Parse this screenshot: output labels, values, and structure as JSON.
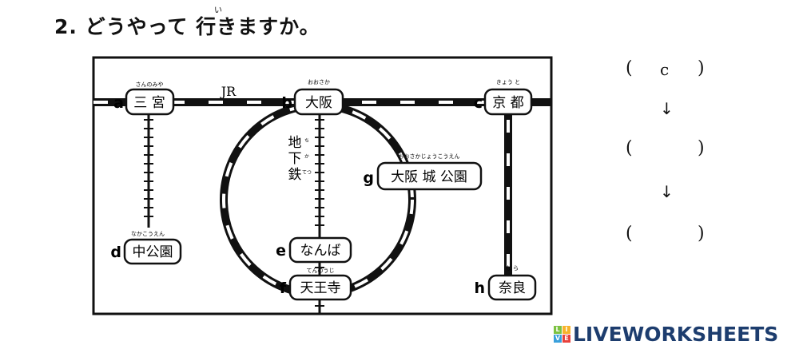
{
  "title": {
    "number": "2.",
    "text": "どうやって 行きますか。",
    "furigana": "い"
  },
  "map": {
    "line_labels": {
      "jr": "JR",
      "subway": [
        "地",
        "下",
        "鉄"
      ],
      "subway_furigana": [
        "ち",
        "か",
        "てつ"
      ]
    },
    "stations": [
      {
        "letter": "a",
        "name": "三 宮",
        "furigana": "さんのみや"
      },
      {
        "letter": "b",
        "name": "大阪",
        "furigana": "おおさか"
      },
      {
        "letter": "c",
        "name": "京 都",
        "furigana": "きょう と"
      },
      {
        "letter": "d",
        "name": "中公園",
        "furigana": "なかこうえん"
      },
      {
        "letter": "e",
        "name": "なんば",
        "furigana": ""
      },
      {
        "letter": "f",
        "name": "天王寺",
        "furigana": "てんのうじ"
      },
      {
        "letter": "g",
        "name": "大阪 城 公園",
        "furigana": "おおさかじょうこうえん"
      },
      {
        "letter": "h",
        "name": "奈良",
        "furigana": "な ら"
      }
    ]
  },
  "answers": {
    "open": "(",
    "close": ")",
    "values": [
      "c",
      "",
      ""
    ],
    "arrow": "↓"
  },
  "logo": {
    "text": "LIVEWORKSHEETS",
    "badge": [
      "L",
      "I",
      "V",
      "E"
    ],
    "colors": [
      "#7cc242",
      "#f7b32b",
      "#3aa0dc",
      "#e8413c"
    ]
  }
}
